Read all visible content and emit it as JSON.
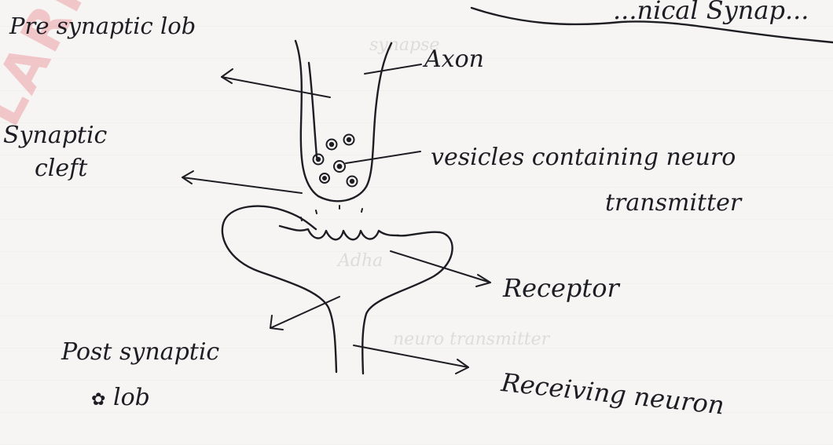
{
  "labels": {
    "top_right": "...nical Synap...",
    "presynaptic": "Pre synaptic lob",
    "axon": "Axon",
    "cleft_line1": "Synaptic",
    "cleft_line2": "cleft",
    "vesicles_line1": "vesicles containing neuro",
    "vesicles_line2": "transmitter",
    "receptor": "Receptor",
    "postsynaptic_line1": "Post synaptic",
    "postsynaptic_line2": "lob",
    "receiving": "Receiving neuron"
  },
  "watermark_text": "LARN",
  "ink_color": "#1d1d24",
  "watermark_color": "#e21e32"
}
